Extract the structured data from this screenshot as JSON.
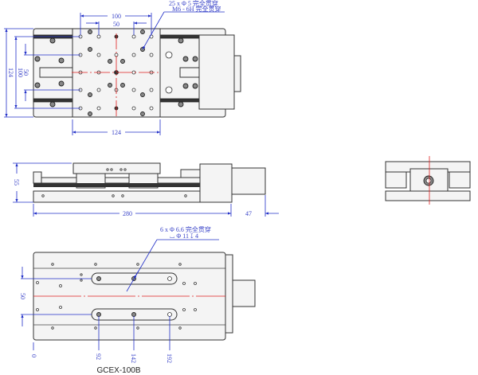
{
  "drawing": {
    "model": "GCEX-100B",
    "top_view": {
      "note_line1": "25 x Φ 5 完全贯穿",
      "note_line2": "M6 - 6H 完全贯穿",
      "dim_width_100": "100",
      "dim_width_50": "50",
      "dim_width_124": "124",
      "dim_height_124": "124",
      "dim_height_100": "100",
      "dim_height_50": "50"
    },
    "side_view": {
      "dim_height": "55",
      "dim_length": "280",
      "dim_motor": "47"
    },
    "bottom_view": {
      "note_line1": "6 x Φ 6.6 完全贯穿",
      "note_line2": "⌴ Φ 11 ↧ 4",
      "dim_50": "50",
      "pos_0": "0",
      "pos_92": "92",
      "pos_142": "142",
      "pos_192": "192"
    }
  },
  "colors": {
    "dimension": "#2230c8",
    "centerline": "#e02020"
  }
}
